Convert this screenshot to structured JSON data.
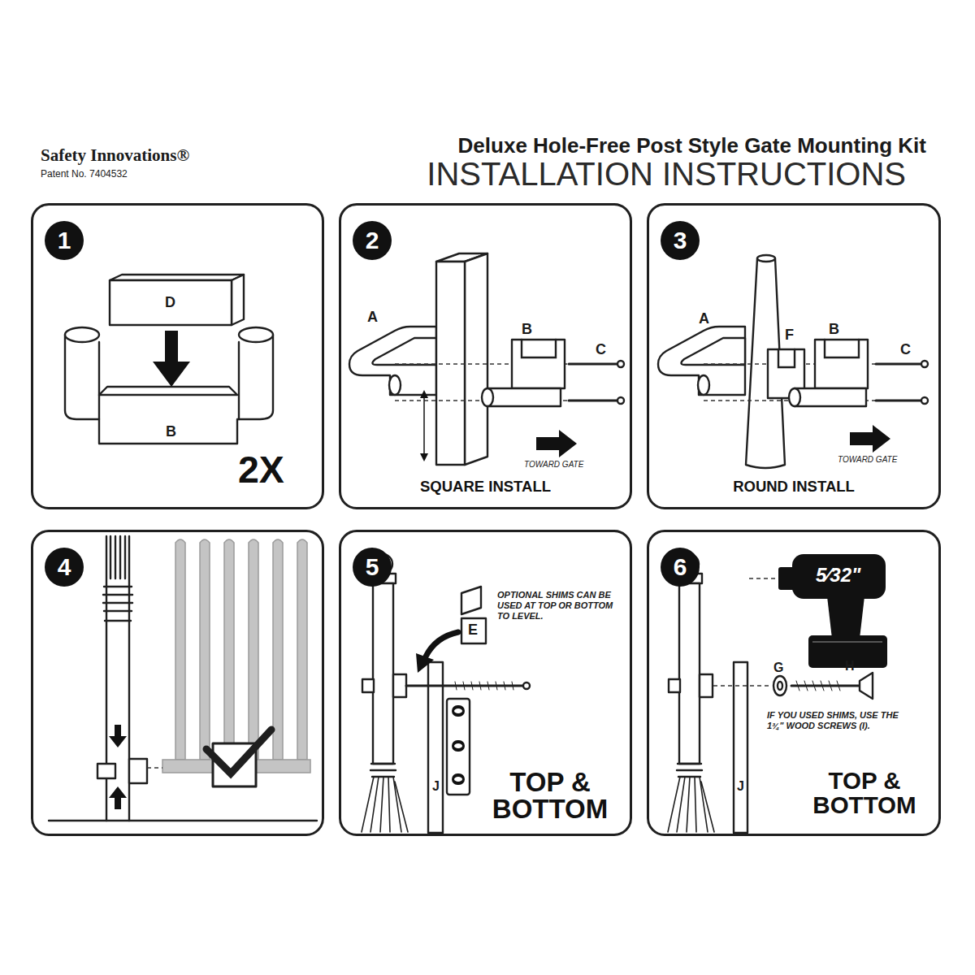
{
  "diagram": {
    "title": "Deluxe Hole-Free Post Style Gate Mounting Kit",
    "nodes": [
      {
        "text": [
          "1",
          "2X"
        ]
      },
      {
        "text": [
          "2",
          "SQUARE INSTALL"
        ]
      },
      {
        "text": [
          "3",
          "ROUND INSTALL"
        ]
      },
      {
        "text": [
          "4"
        ]
      },
      {
        "text": [
          "5",
          "TOP & BOTTOM"
        ]
      },
      {
        "text": [
          "6",
          "TOP & BOTTOM"
        ]
      }
    ],
    "labels": [
      "Safety Innovations®",
      "Patent No. 7404532",
      "INSTALLATION INSTRUCTIONS",
      "D",
      "B",
      "A",
      "B",
      "C",
      "TOWARD GATE",
      "A",
      "F",
      "B",
      "C",
      "TOWARD GATE",
      "OPTIONAL SHIMS CAN BE USED AT TOP OR BOTTOM TO LEVEL.",
      "E",
      "J",
      "5⁄32\"",
      "G",
      "H",
      "IF YOU USED SHIMS, USE THE 1¾\" WOOD SCREWS (I).",
      "J"
    ]
  }
}
